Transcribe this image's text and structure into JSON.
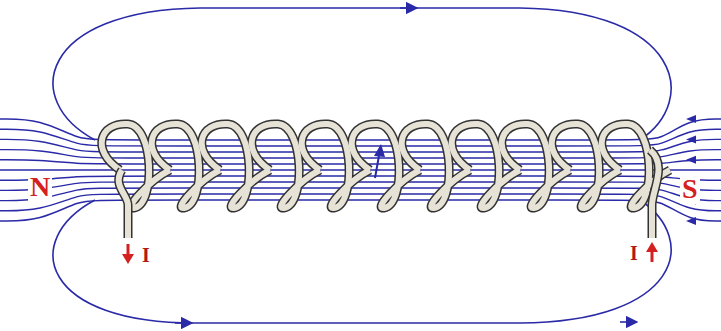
{
  "diagram": {
    "labels": [
      "N",
      "S",
      "I",
      "I"
    ]
  }
}
